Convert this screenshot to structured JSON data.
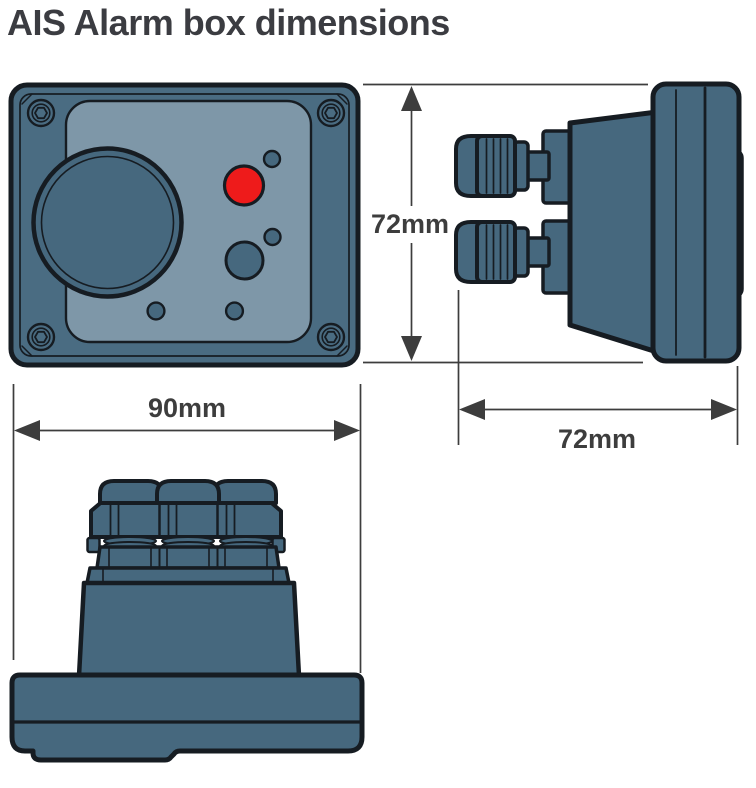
{
  "title": "AIS Alarm box dimensions",
  "dimensions": {
    "box_height": "72mm",
    "box_width": "90mm",
    "box_depth": "72mm"
  },
  "colors": {
    "enclosure": "#46687e",
    "front_box": "#4a6c82",
    "panel": "#7e97a8",
    "outline": "#161c22",
    "alarm_red": "#ee1b1b",
    "dimension": "#3d3d3d",
    "title_text": "#3b3c41",
    "background": "#ffffff"
  }
}
